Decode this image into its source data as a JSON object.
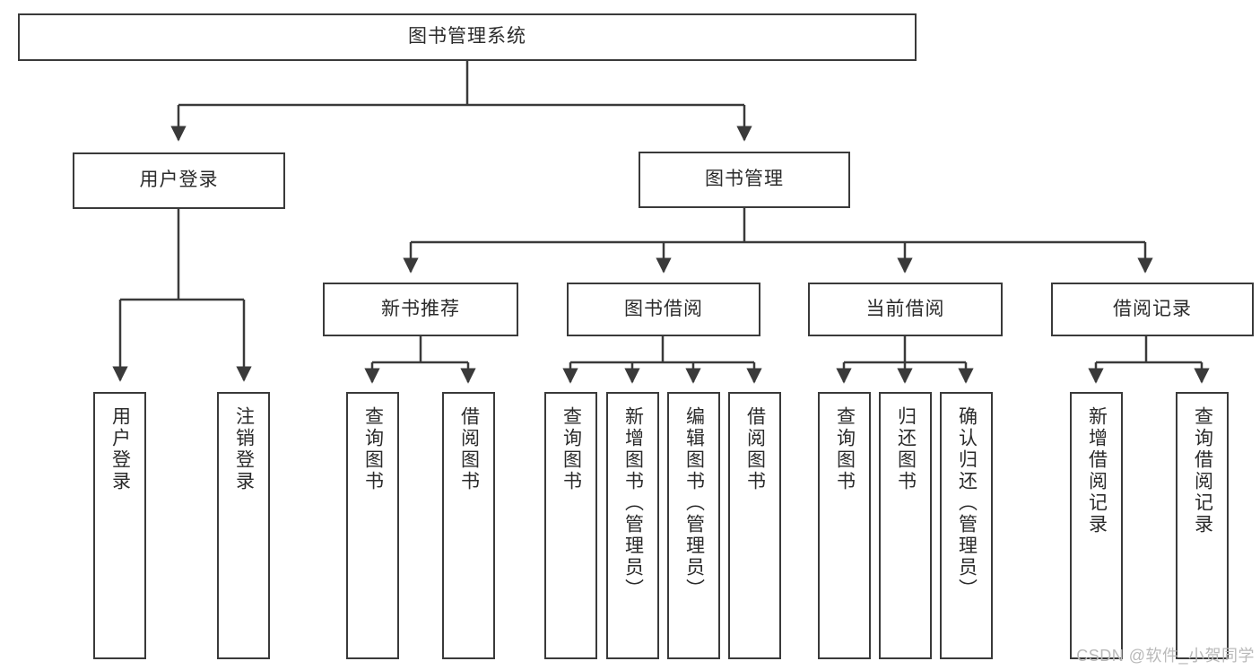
{
  "diagram": {
    "type": "tree",
    "title": "图书管理系统",
    "watermark": "CSDN @软件_小贺同学",
    "colors": {
      "stroke": "#3a3a3a",
      "text": "#2b2b2b",
      "background": "#ffffff",
      "watermark": "#b9b9b9"
    },
    "nodes": {
      "root": "图书管理系统",
      "level2": {
        "user_login": "用户登录",
        "book_manage": "图书管理"
      },
      "level3": {
        "new_book_recommend": "新书推荐",
        "book_borrow": "图书借阅",
        "current_borrow": "当前借阅",
        "borrow_record": "借阅记录"
      },
      "leaves": {
        "user_login_children": [
          "用户登录",
          "注销登录"
        ],
        "new_book_recommend_children": [
          "查询图书",
          "借阅图书"
        ],
        "book_borrow_children": [
          "查询图书",
          "新增图书（管理员）",
          "编辑图书（管理员）",
          "借阅图书"
        ],
        "current_borrow_children": [
          "查询图书",
          "归还图书",
          "确认归还（管理员）"
        ],
        "borrow_record_children": [
          "新增借阅记录",
          "查询借阅记录"
        ]
      }
    }
  }
}
